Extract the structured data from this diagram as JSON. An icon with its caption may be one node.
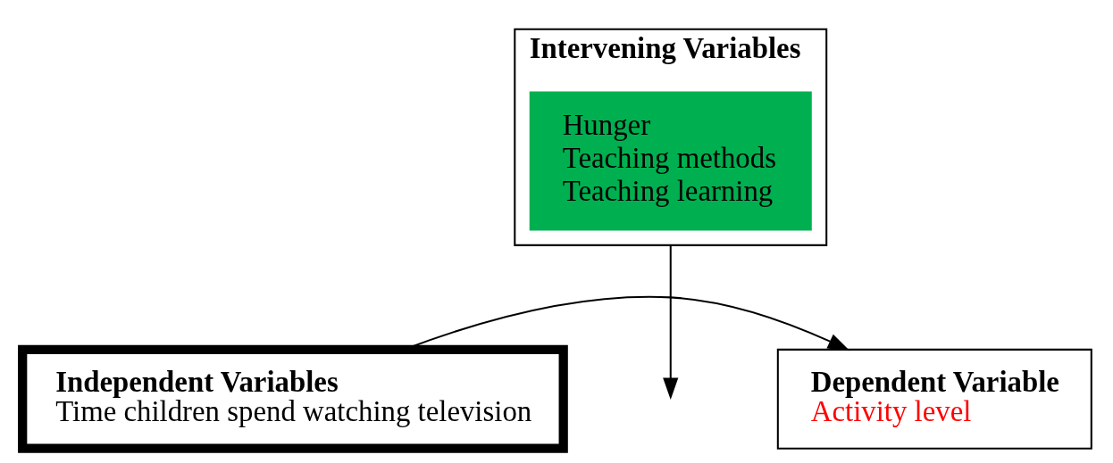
{
  "diagram": {
    "nodes": [
      {
        "text": [
          "Independent Variables",
          "Time children spend watching television"
        ]
      },
      {
        "text": [
          "Dependent Variable",
          "Activity level"
        ]
      },
      {
        "text": [
          "Intervening Variables"
        ]
      },
      {
        "text": [
          "Hunger",
          "Teaching methods",
          "Teaching learning"
        ],
        "in": 2
      }
    ],
    "edges": [
      {
        "from": 0,
        "to": 1,
        "arrow": "to"
      },
      {
        "from": 2,
        "to": null,
        "arrow": "to"
      }
    ]
  }
}
